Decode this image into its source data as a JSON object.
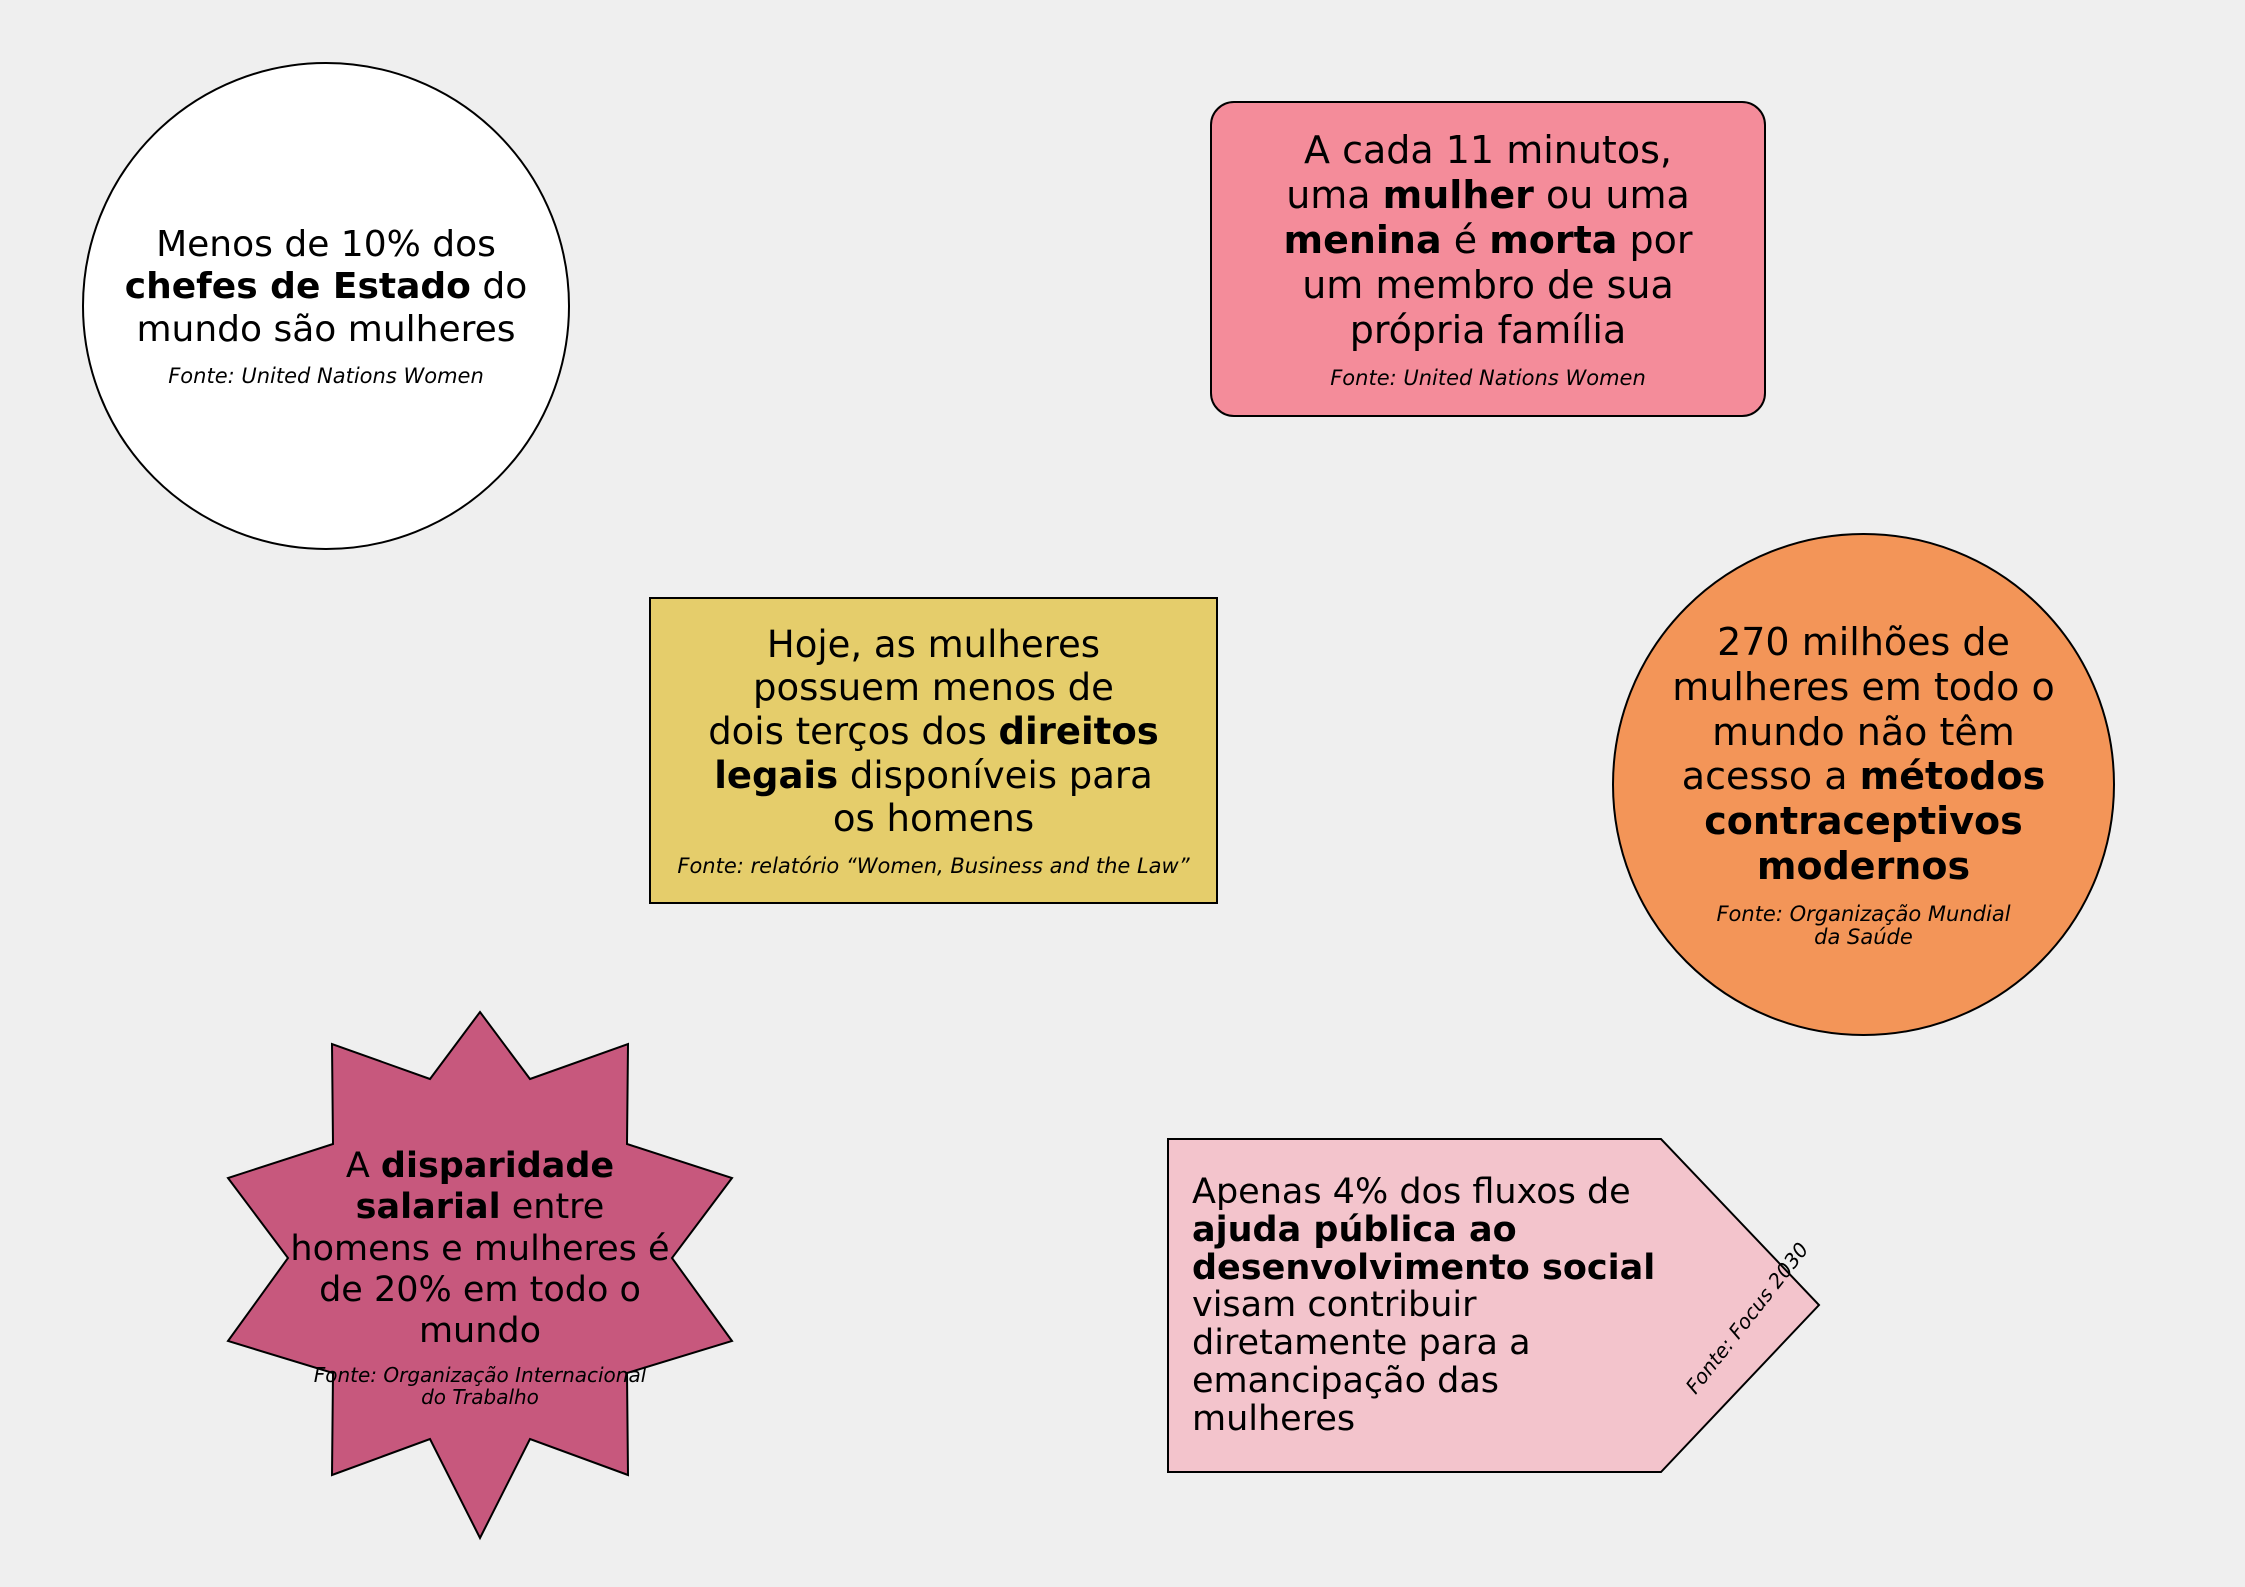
{
  "colors": {
    "background": "#efefef",
    "white_circle": "#ffffff",
    "pink_card": "#f48c9a",
    "yellow_card": "#e5cd6b",
    "orange_circle": "#f39558",
    "magenta_star": "#c7587d",
    "light_pink_arrow": "#f3c4cc"
  },
  "cards": {
    "heads_of_state": {
      "l1": "Menos de 10% dos",
      "l2_bold": "chefes de Estado",
      "l2_rest": " do",
      "l3": "mundo são mulheres",
      "source": "Fonte: United Nations Women"
    },
    "violence": {
      "l1": "A cada 11 minutos,",
      "l2_a": "uma ",
      "l2_bold": "mulher",
      "l2_b": " ou uma",
      "l3_bold1": "menina",
      "l3_mid": " é ",
      "l3_bold2": "morta",
      "l3_end": " por",
      "l4": "um membro de sua",
      "l5": "própria família",
      "source": "Fonte: United Nations Women"
    },
    "legal_rights": {
      "l1": "Hoje, as mulheres",
      "l2": "possuem menos de",
      "l3_a": "dois terços dos ",
      "l3_bold": "direitos",
      "l4_bold": "legais",
      "l4_rest": " disponíveis para",
      "l5": "os homens",
      "source": "Fonte: relatório “Women, Business and the Law”"
    },
    "contraceptives": {
      "l1": "270 milhões de",
      "l2": "mulheres em todo o",
      "l3": "mundo não têm",
      "l4_a": "acesso a ",
      "l4_bold": "métodos",
      "l5_bold": "contraceptivos",
      "l6_bold": "modernos",
      "source_l1": "Fonte: Organização Mundial",
      "source_l2": "da Saúde"
    },
    "wage_gap": {
      "l1_a": "A ",
      "l1_bold": "disparidade",
      "l2_bold": "salarial",
      "l2_rest": " entre",
      "l3": "homens e mulheres é",
      "l4": "de 20% em todo o",
      "l5": "mundo",
      "source_l1": "Fonte: Organização Internacional",
      "source_l2": "do Trabalho"
    },
    "public_aid": {
      "l1": "Apenas 4% dos fluxos de",
      "l2_bold": "ajuda pública ao",
      "l3_bold": "desenvolvimento social",
      "l4": "visam contribuir",
      "l5": "diretamente para a",
      "l6": "emancipação das",
      "l7": "mulheres",
      "source": "Fonte: Focus 2030"
    }
  }
}
